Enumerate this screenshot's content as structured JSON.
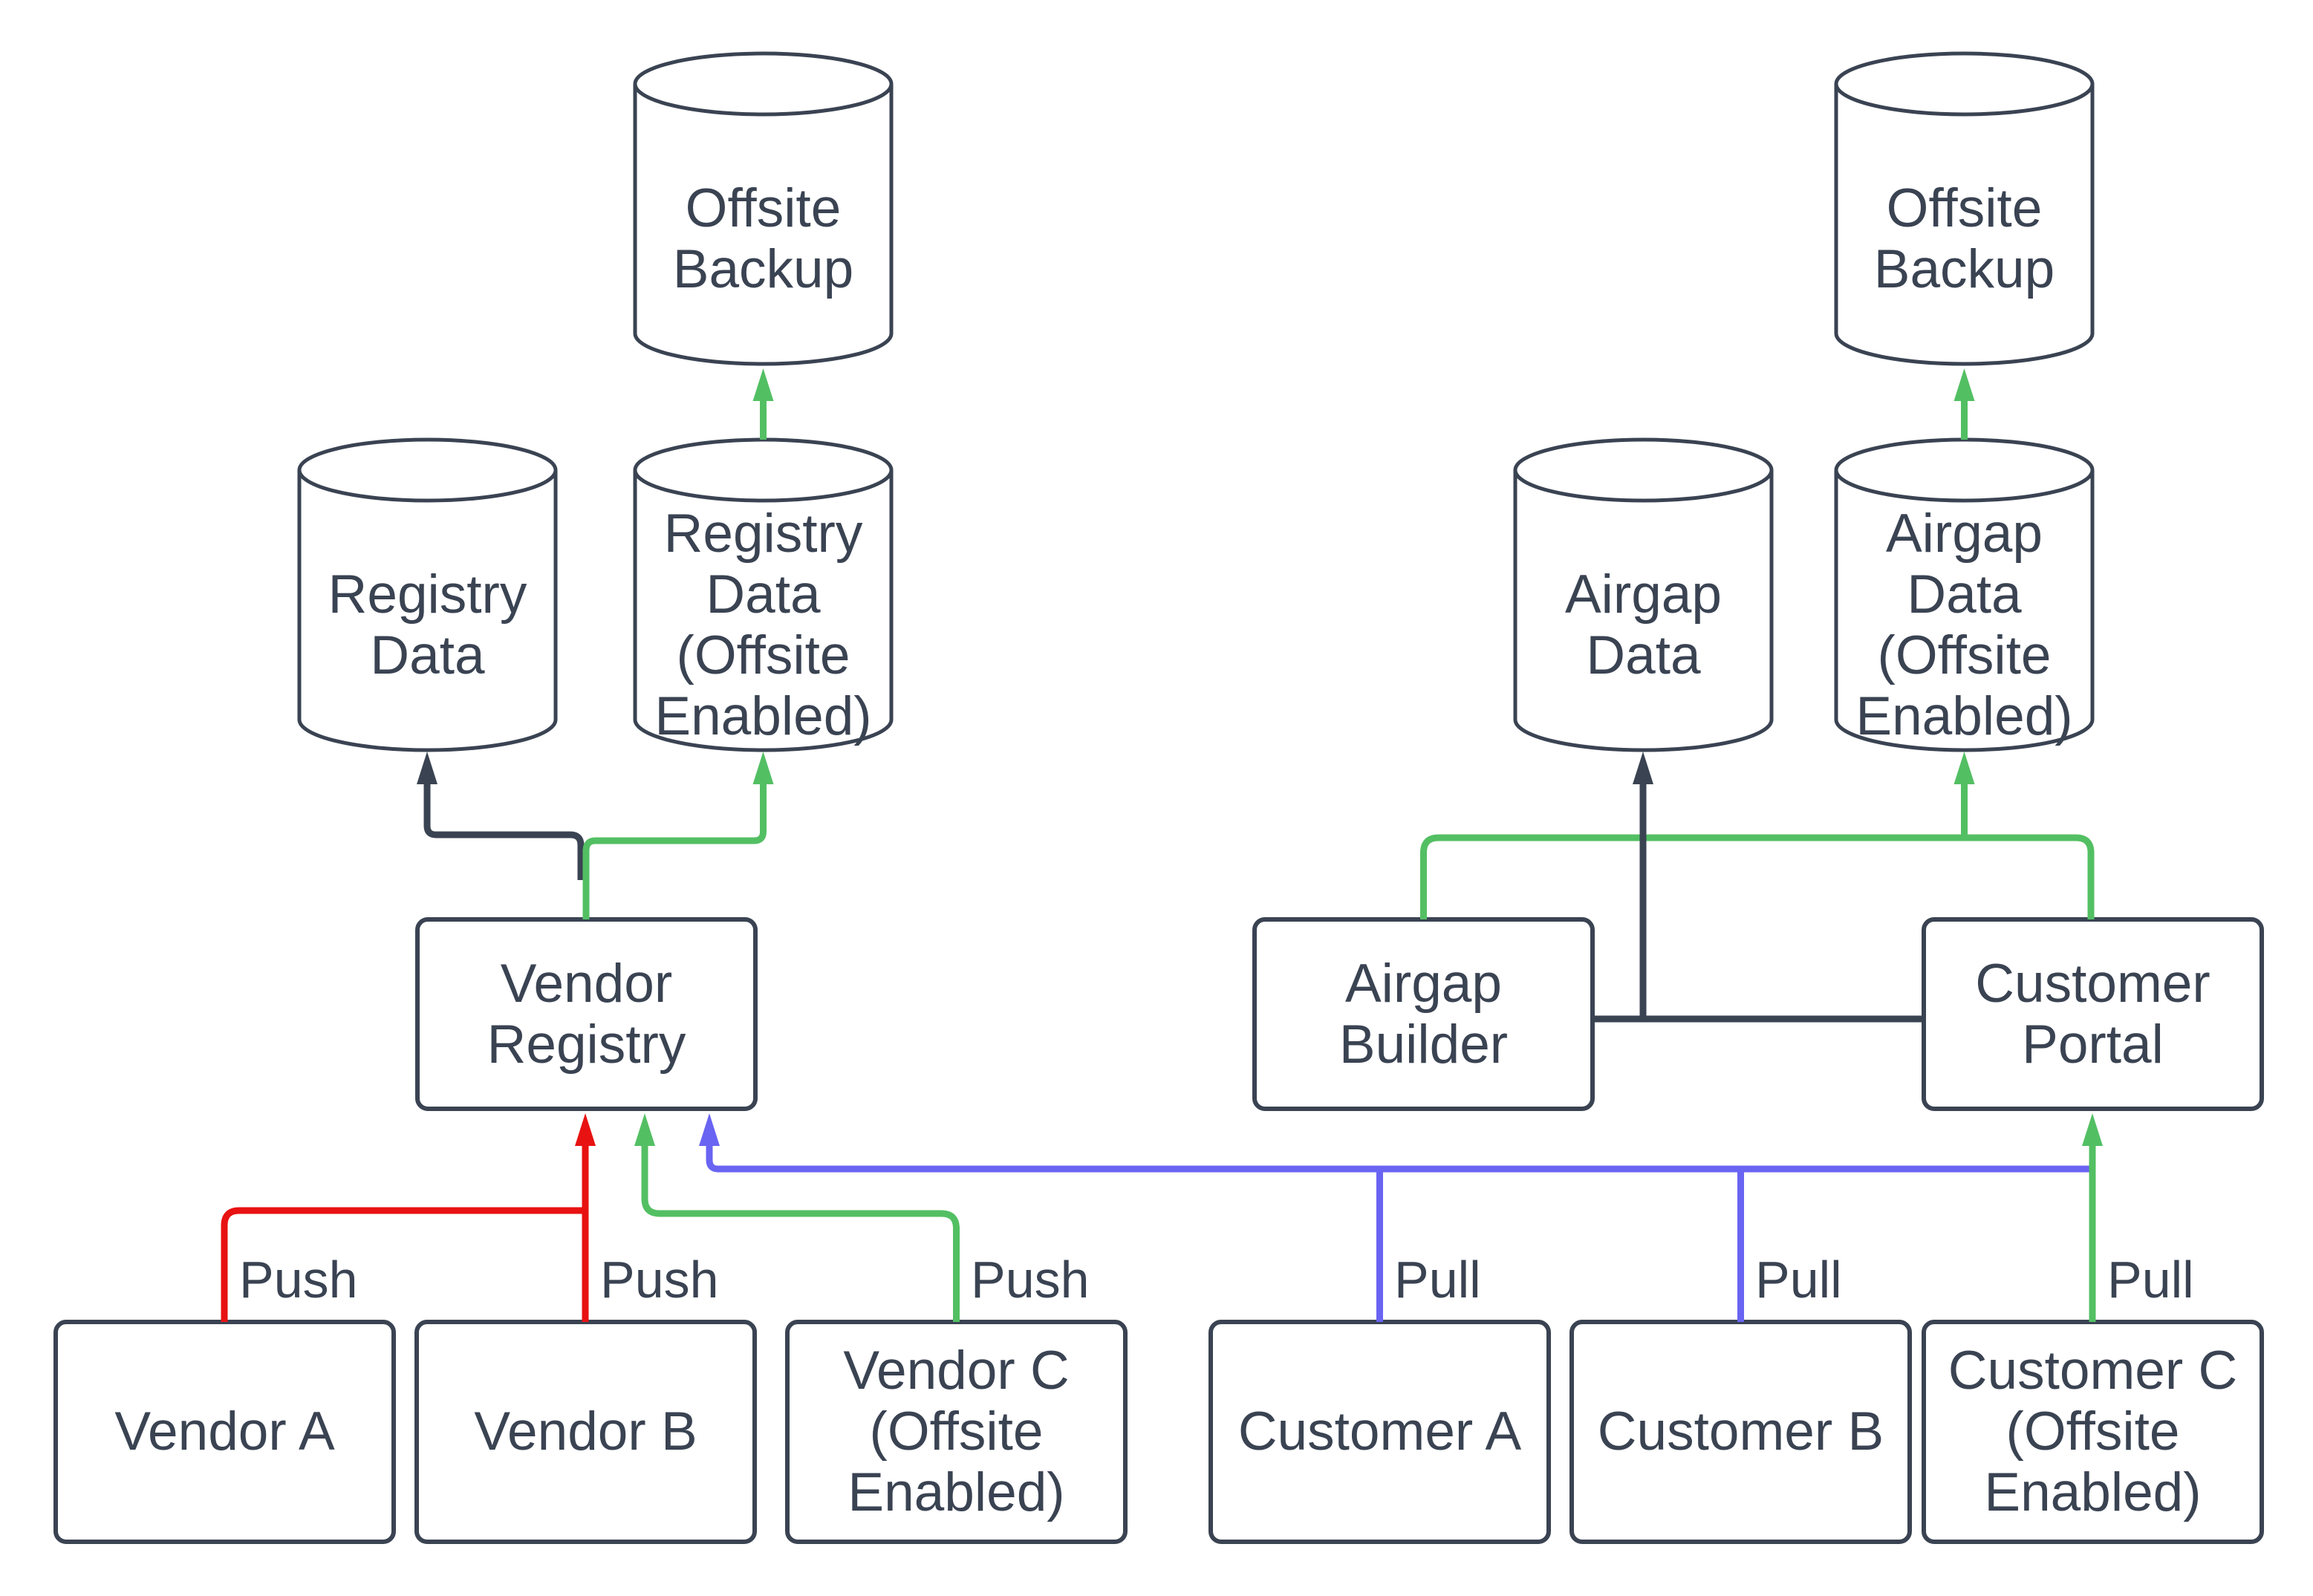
{
  "diagram": {
    "kind": "architecture-flow-diagram",
    "background": "#ffffff",
    "colors": {
      "node_outline": "#3A4352",
      "text": "#3A4352",
      "dark_edge": "#3A4352",
      "push_red": "#E81212",
      "offsite_green": "#53BF63",
      "pull_blue": "#6964F2"
    }
  },
  "nodes": {
    "offsite_backup_left": "Offsite\nBackup",
    "registry_data": "Registry\nData",
    "registry_data_offsite": "Registry\nData\n(Offsite\nEnabled)",
    "vendor_registry": "Vendor\nRegistry",
    "vendor_a": "Vendor A",
    "vendor_b": "Vendor B",
    "vendor_c": "Vendor C\n(Offsite\nEnabled)",
    "airgap_data": "Airgap\nData",
    "airgap_data_offsite": "Airgap\nData\n(Offsite\nEnabled)",
    "airgap_builder": "Airgap\nBuilder",
    "customer_portal": "Customer\nPortal",
    "customer_a": "Customer A",
    "customer_b": "Customer B",
    "customer_c": "Customer C\n(Offsite\nEnabled)",
    "offsite_backup_right": "Offsite\nBackup"
  },
  "edge_labels": {
    "push_a": "Push",
    "push_b": "Push",
    "push_c": "Push",
    "pull_a": "Pull",
    "pull_b": "Pull",
    "pull_c": "Pull"
  }
}
